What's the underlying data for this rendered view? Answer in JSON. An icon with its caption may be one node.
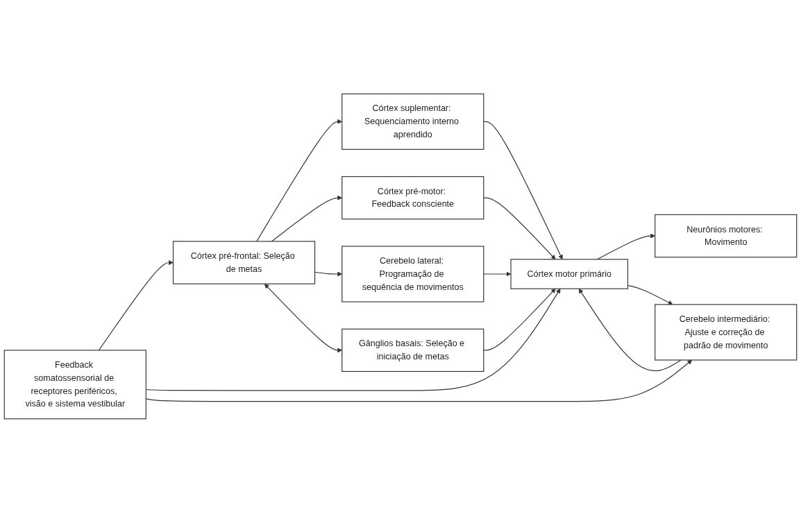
{
  "diagram": {
    "nodes": [
      {
        "text": [
          "Córtex suplementar: Sequenciamento interno aprendido"
        ]
      },
      {
        "text": [
          "Feedback somatossensorial de receptores periféricos, visão e sistema vestibular"
        ]
      },
      {
        "text": [
          "Córtex pré-frontal: Seleção de metas"
        ]
      },
      {
        "text": [
          "Córtex pré-motor: Feedback consciente"
        ]
      },
      {
        "text": [
          "Córtex motor primário"
        ]
      },
      {
        "text": [
          "Neurônios motores: Movimento"
        ]
      },
      {
        "text": [
          "Gânglios basais: Seleção e iniciação de metas"
        ]
      },
      {
        "text": [
          "Cerebelo lateral: Programação de sequência de movimentos"
        ]
      },
      {
        "text": [
          "Cerebelo intermediário: Ajuste e correção de padrão de movimento"
        ]
      }
    ],
    "edges": [
      {
        "from": 2,
        "to": 0,
        "arrow": "to"
      },
      {
        "from": 2,
        "to": 3,
        "arrow": "to"
      },
      {
        "from": 2,
        "to": 7,
        "arrow": "to"
      },
      {
        "from": 1,
        "to": 2,
        "arrow": "to"
      },
      {
        "from": 2,
        "to": 6,
        "arrow": "both"
      },
      {
        "from": 0,
        "to": 4,
        "arrow": "to"
      },
      {
        "from": 3,
        "to": 4,
        "arrow": "to"
      },
      {
        "from": 6,
        "to": 4,
        "arrow": "to"
      },
      {
        "from": 7,
        "to": 4,
        "arrow": "to"
      },
      {
        "from": 1,
        "to": 4,
        "arrow": "to"
      },
      {
        "from": 1,
        "to": 8,
        "arrow": "to"
      },
      {
        "from": 4,
        "to": 5,
        "arrow": "to"
      },
      {
        "from": 4,
        "to": 8,
        "arrow": "to"
      },
      {
        "from": 8,
        "to": 4,
        "arrow": "to"
      }
    ]
  }
}
